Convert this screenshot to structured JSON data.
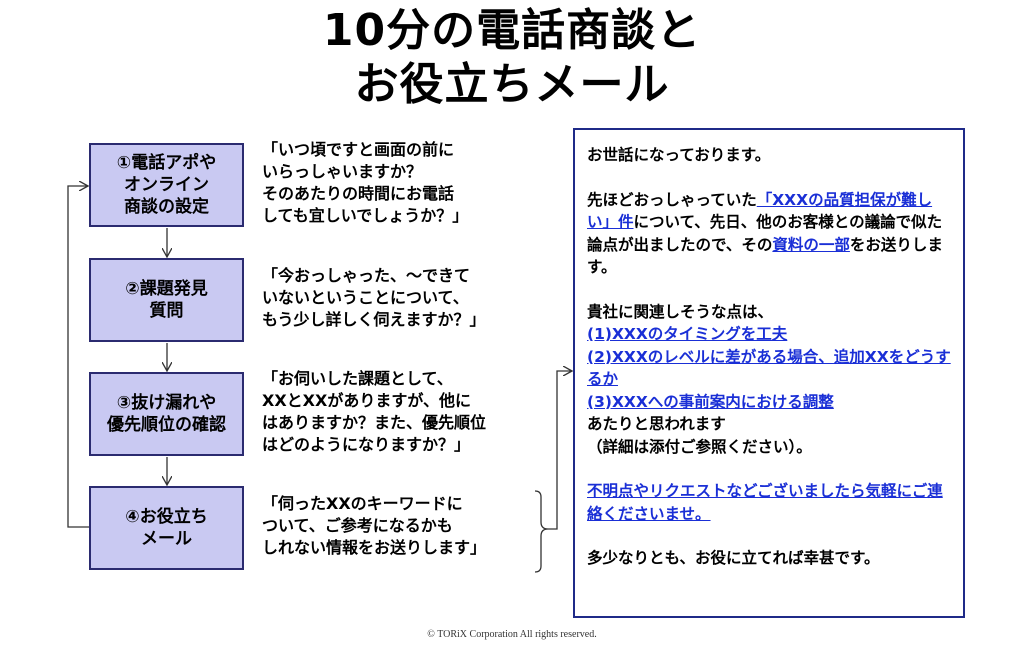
{
  "title": {
    "line1": "10分の電話商談と",
    "line2": "お役立ちメール"
  },
  "steps": [
    {
      "label": "①電話アポや\nオンライン\n商談の設定"
    },
    {
      "label": "②課題発見\n質問"
    },
    {
      "label": "③抜け漏れや\n優先順位の確認"
    },
    {
      "label": "④お役立ち\nメール"
    }
  ],
  "quotes": [
    "「いつ頃ですと画面の前に\nいらっしゃいますか？\nそのあたりの時間にお電話\nしても宜しいでしょうか？」",
    "「今おっしゃった、〜できて\nいないということについて、\nもう少し詳しく伺えますか？」",
    "「お伺いした課題として、\nXXとXXがありますが、他に\nはありますか？また、優先順位\nはどのようになりますか？」",
    "「伺ったXXのキーワードに\nついて、ご参考になるかも\nしれない情報をお送りします」"
  ],
  "email": {
    "greeting": "お世話になっております。",
    "p2_a": "先ほどおっしゃっていた",
    "p2_link1": "「XXXの品質担保が難しい」件",
    "p2_b": "について、先日、他のお客様との議論で似た論点が出ましたので、その",
    "p2_link2": "資料の一部",
    "p2_c": "をお送りします。",
    "p3_intro": "貴社に関連しそうな点は、",
    "p3_items": [
      "(1)XXXのタイミングを工夫",
      "(2)XXXのレベルに差がある場合、追加XXをどうするか",
      "(3)XXXへの事前案内における調整"
    ],
    "p3_a": "あたりと思われます",
    "p3_b": "（詳細は添付ご参照ください）。",
    "p4_link": "不明点やリクエストなどございましたら気軽にご連絡くださいませ。",
    "closing": "多少なりとも、お役に立てれば幸甚です。"
  },
  "footer": "© TORiX Corporation All rights reserved."
}
